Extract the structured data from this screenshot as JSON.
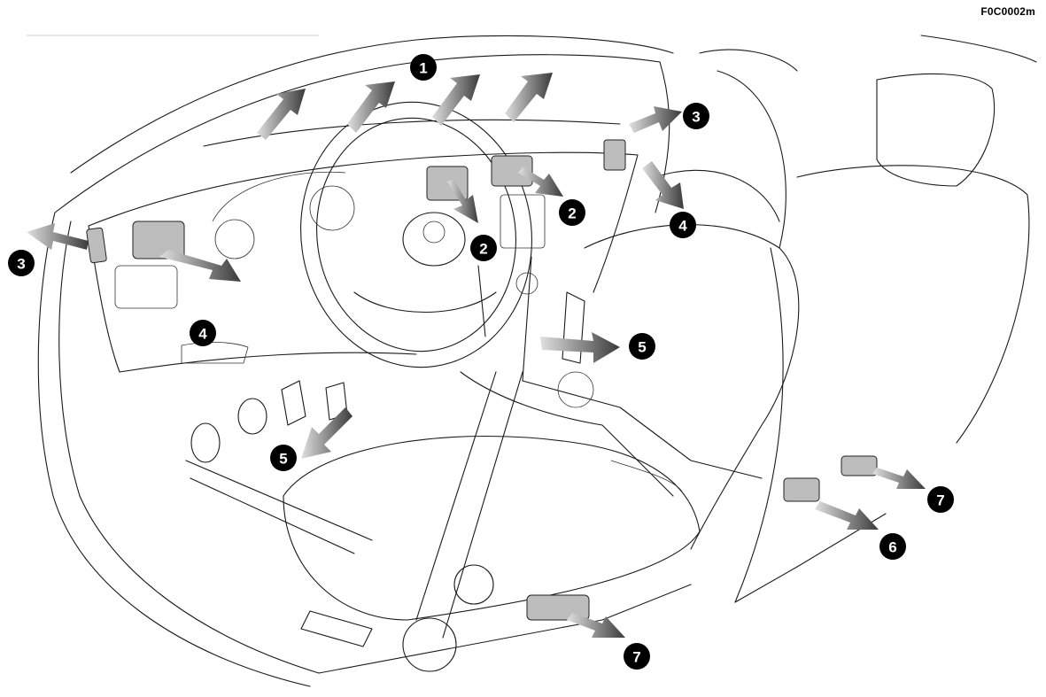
{
  "figure": {
    "ref_code": "F0C0002m",
    "callouts": [
      {
        "id": "c1",
        "label": "1"
      },
      {
        "id": "c2a",
        "label": "2"
      },
      {
        "id": "c2b",
        "label": "2"
      },
      {
        "id": "c3a",
        "label": "3"
      },
      {
        "id": "c3b",
        "label": "3"
      },
      {
        "id": "c4a",
        "label": "4"
      },
      {
        "id": "c4b",
        "label": "4"
      },
      {
        "id": "c5a",
        "label": "5"
      },
      {
        "id": "c5b",
        "label": "5"
      },
      {
        "id": "c6",
        "label": "6"
      },
      {
        "id": "c7a",
        "label": "7"
      },
      {
        "id": "c7b",
        "label": "7"
      }
    ],
    "colors": {
      "line": "#1a1a1a",
      "callout_fill": "#000000",
      "airflow_dark": "#3a3a3a",
      "airflow_light": "#d9d9d9"
    }
  }
}
